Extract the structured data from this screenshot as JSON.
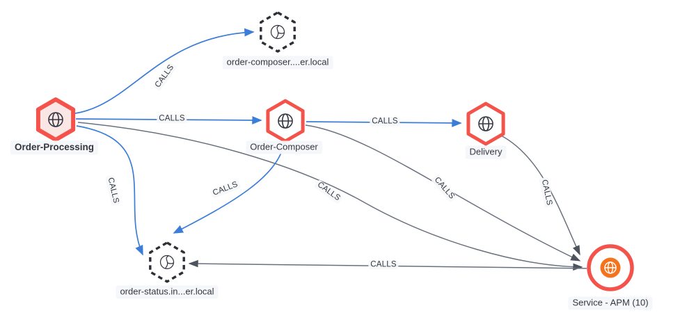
{
  "app": {
    "view": "service-map",
    "background": "#ffffff"
  },
  "colors": {
    "service_accent_red": "#f4534b",
    "service_highlight_fill": "#fae7e5",
    "external_node_stroke": "#2b2f36",
    "blue_edge": "#3b7dd8",
    "gray_edge": "#69707d",
    "group_icon_orange": "#f4731d",
    "label_text": "#343741",
    "label_background": "#f5f7fa"
  },
  "nodes": [
    {
      "id": "order-processing",
      "label": "Order-Processing",
      "kind": "service",
      "shape": "hexagon-solid",
      "icon": "globe-icon",
      "highlighted": true
    },
    {
      "id": "order-composer-external",
      "label": "order-composer....er.local",
      "kind": "external-resource",
      "shape": "hexagon-dashed",
      "icon": "globe-outline-icon",
      "highlighted": false
    },
    {
      "id": "order-composer",
      "label": "Order-Composer",
      "kind": "service",
      "shape": "hexagon-solid",
      "icon": "globe-icon",
      "highlighted": false
    },
    {
      "id": "delivery",
      "label": "Delivery",
      "kind": "service",
      "shape": "hexagon-solid",
      "icon": "globe-icon",
      "highlighted": false
    },
    {
      "id": "order-status-external",
      "label": "order-status.in...er.local",
      "kind": "external-resource",
      "shape": "hexagon-dashed",
      "icon": "globe-outline-icon",
      "highlighted": false
    },
    {
      "id": "service-apm",
      "label": "Service - APM (10)",
      "kind": "service-group",
      "shape": "circle",
      "icon": "globe-icon",
      "highlighted": false
    }
  ],
  "edges": [
    {
      "from": "order-processing",
      "to": "order-composer-external",
      "label": "CALLS",
      "color": "blue"
    },
    {
      "from": "order-processing",
      "to": "order-composer",
      "label": "CALLS",
      "color": "blue"
    },
    {
      "from": "order-processing",
      "to": "order-status-external",
      "label": "CALLS",
      "color": "blue"
    },
    {
      "from": "order-processing",
      "to": "service-apm",
      "label": "CALLS",
      "color": "gray"
    },
    {
      "from": "order-composer",
      "to": "delivery",
      "label": "CALLS",
      "color": "blue"
    },
    {
      "from": "order-composer",
      "to": "order-status-external",
      "label": "CALLS",
      "color": "blue"
    },
    {
      "from": "order-composer",
      "to": "service-apm",
      "label": "CALLS",
      "color": "gray"
    },
    {
      "from": "delivery",
      "to": "service-apm",
      "label": "CALLS",
      "color": "gray"
    },
    {
      "from": "service-apm",
      "to": "order-status-external",
      "label": "CALLS",
      "color": "gray"
    }
  ]
}
